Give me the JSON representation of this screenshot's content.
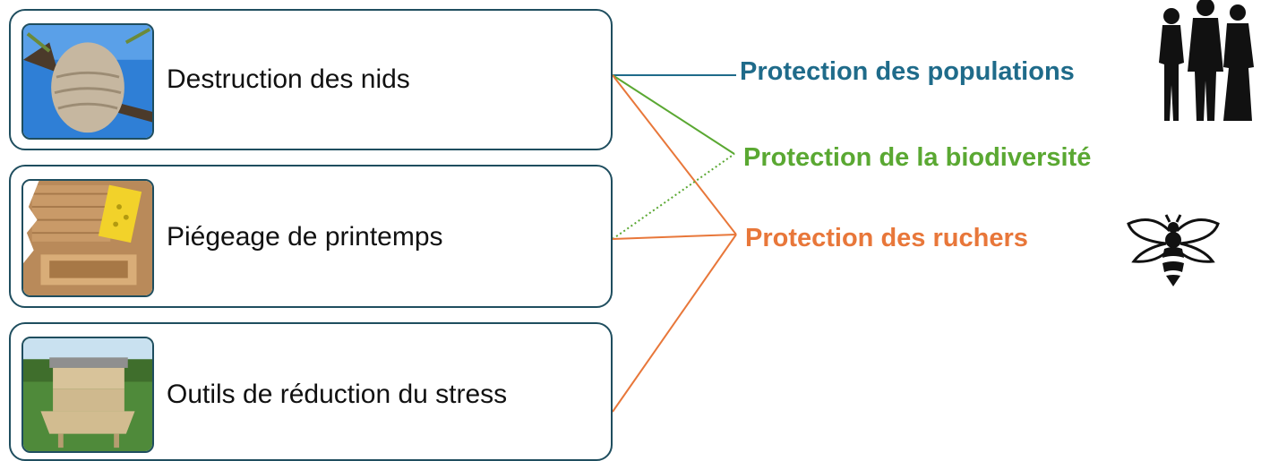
{
  "actions": [
    {
      "label": "Destruction des nids",
      "image": "hornet-nest-photo"
    },
    {
      "label": "Piégeage de printemps",
      "image": "wooden-trap-photo"
    },
    {
      "label": "Outils de réduction du stress",
      "image": "beehive-photo"
    }
  ],
  "targets": [
    {
      "label": "Protection des populations",
      "color": "#1f6b8a",
      "icon": "people-silhouette-icon"
    },
    {
      "label": "Protection de la biodiversité",
      "color": "#5aa832",
      "icon": ""
    },
    {
      "label": "Protection des ruchers",
      "color": "#e8773a",
      "icon": "bee-icon"
    }
  ],
  "links": [
    {
      "from": "Destruction des nids",
      "to": "Protection des populations",
      "style": "solid",
      "color": "#1f6b8a"
    },
    {
      "from": "Destruction des nids",
      "to": "Protection de la biodiversité",
      "style": "solid",
      "color": "#5aa832"
    },
    {
      "from": "Destruction des nids",
      "to": "Protection des ruchers",
      "style": "solid",
      "color": "#e8773a"
    },
    {
      "from": "Piégeage de printemps",
      "to": "Protection de la biodiversité",
      "style": "dotted",
      "color": "#5aa832"
    },
    {
      "from": "Piégeage de printemps",
      "to": "Protection des ruchers",
      "style": "solid",
      "color": "#e8773a"
    },
    {
      "from": "Outils de réduction du stress",
      "to": "Protection des ruchers",
      "style": "solid",
      "color": "#e8773a"
    }
  ],
  "colors": {
    "box_border": "#1f4e5f"
  }
}
